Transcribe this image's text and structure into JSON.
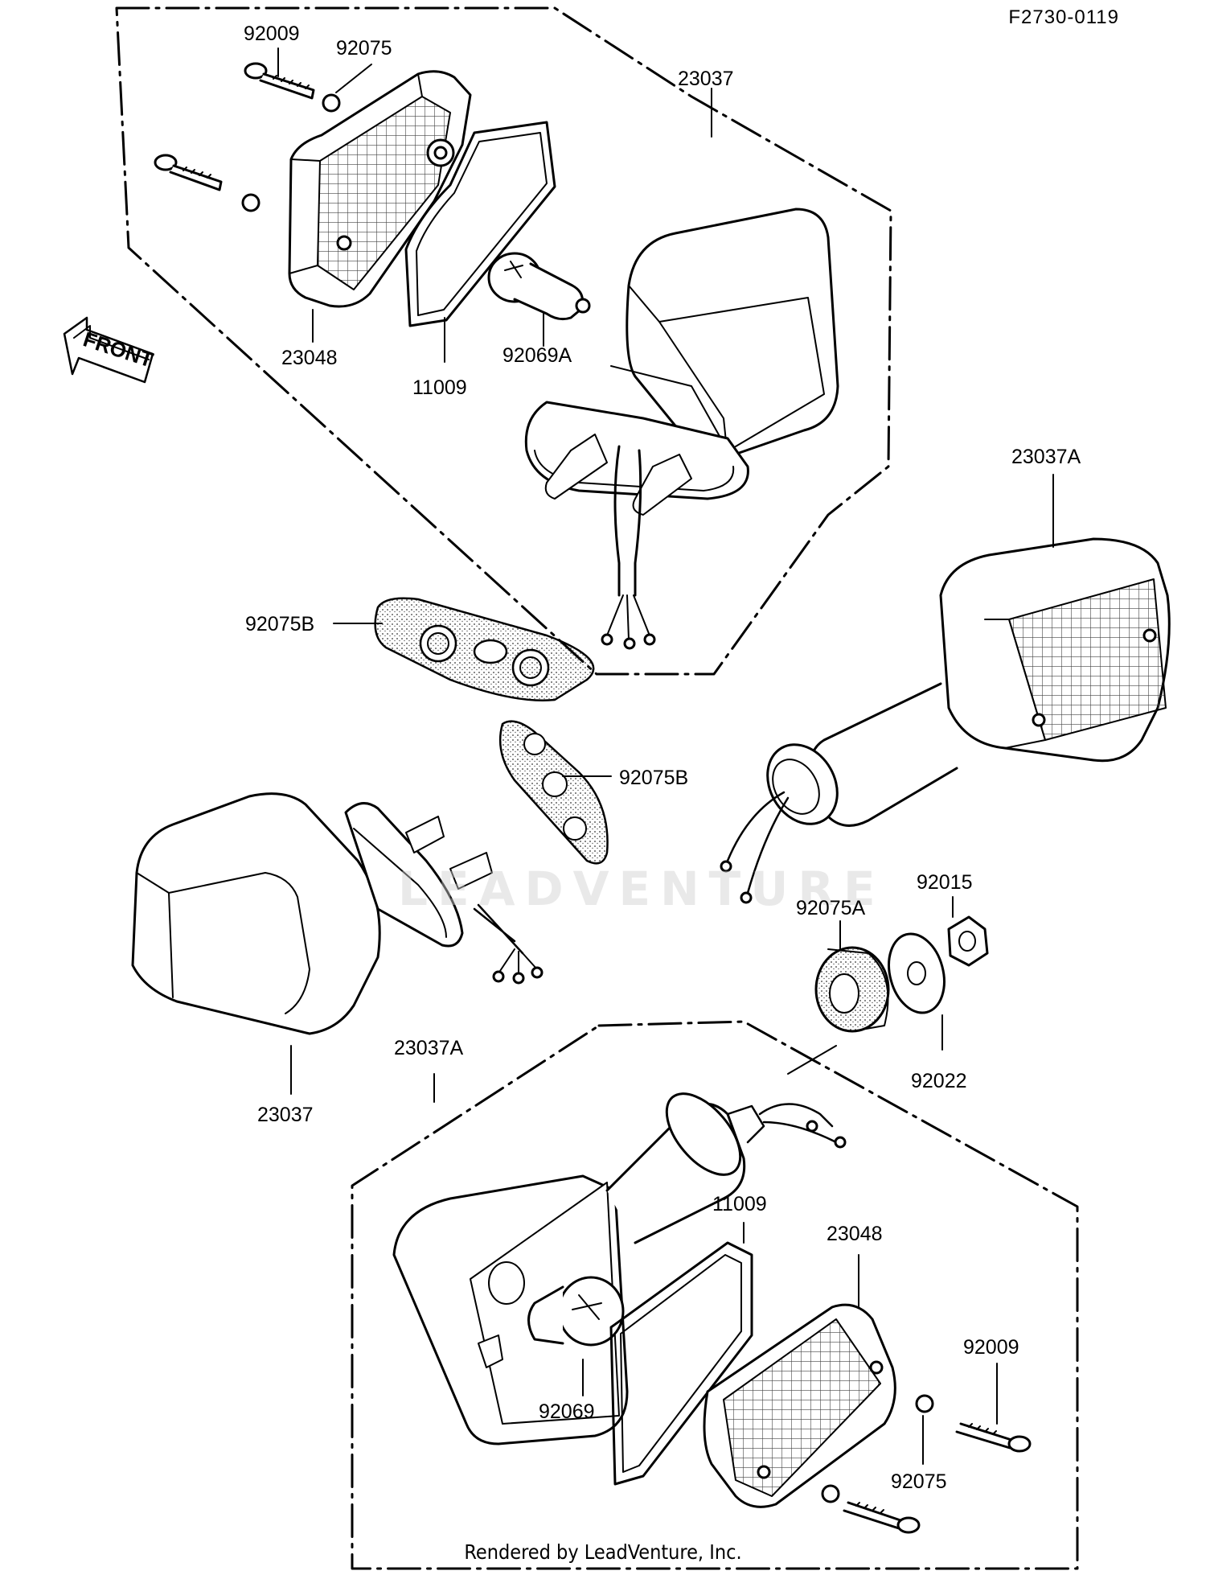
{
  "diagram": {
    "code": "F2730-0119",
    "front_arrow": "FRONT",
    "watermark": "LEADVENTURE",
    "footer": "Rendered by LeadVenture, Inc.",
    "part_labels": {
      "p92009_top": "92009",
      "p92075_top": "92075",
      "p23037_top": "23037",
      "p23048_top": "23048",
      "p11009_top": "11009",
      "p92069a": "92069A",
      "p23037a_right": "23037A",
      "p92075b_left": "92075B",
      "p92075b_center": "92075B",
      "p92015": "92015",
      "p92075a": "92075A",
      "p92022": "92022",
      "p23037_left": "23037",
      "p23037a_bottom": "23037A",
      "p11009_bottom": "11009",
      "p23048_bottom": "23048",
      "p92009_bottom": "92009",
      "p92069": "92069",
      "p92075_bottom": "92075"
    }
  }
}
